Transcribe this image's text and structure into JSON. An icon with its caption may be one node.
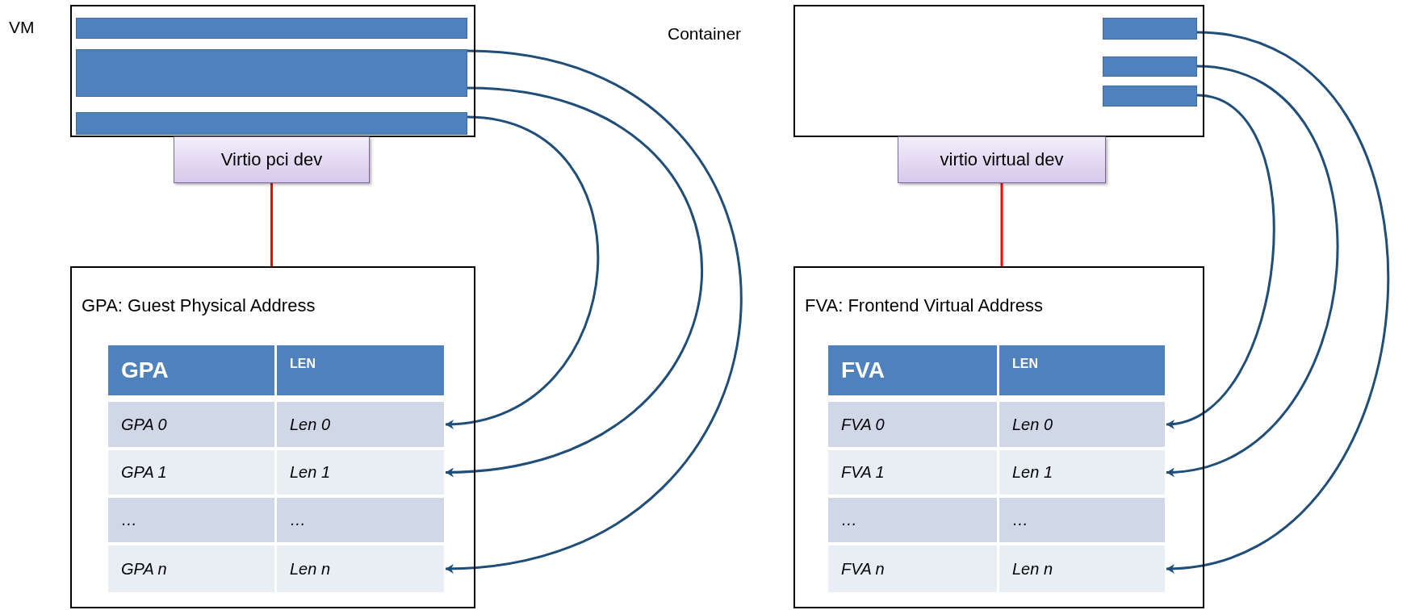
{
  "diagram": {
    "nodes": [
      {
        "text": [
          "VM"
        ]
      },
      {
        "text": [],
        "shape": "bar",
        "in": 0
      },
      {
        "text": [],
        "shape": "bar",
        "in": 0
      },
      {
        "text": [],
        "shape": "bar",
        "in": 0
      },
      {
        "text": [
          "Virtio pci dev"
        ]
      },
      {
        "text": [
          "GPA: Guest Physical Address"
        ]
      },
      {
        "text": [
          "GPA",
          "LEN"
        ],
        "in": 5
      },
      {
        "text": [
          "GPA 0",
          "Len 0"
        ],
        "in": 5
      },
      {
        "text": [
          "GPA 1",
          "Len 1"
        ],
        "in": 5
      },
      {
        "text": [
          "…",
          "…"
        ],
        "in": 5
      },
      {
        "text": [
          "GPA n",
          "Len n"
        ],
        "in": 5
      },
      {
        "text": [
          "Container"
        ]
      },
      {
        "text": [],
        "shape": "bar",
        "in": 11
      },
      {
        "text": [],
        "shape": "bar",
        "in": 11
      },
      {
        "text": [],
        "shape": "bar",
        "in": 11
      },
      {
        "text": [
          "virtio virtual dev"
        ]
      },
      {
        "text": [
          "FVA: Frontend Virtual Address"
        ]
      },
      {
        "text": [
          "FVA",
          "LEN"
        ],
        "in": 16
      },
      {
        "text": [
          "FVA 0",
          "Len 0"
        ],
        "in": 16
      },
      {
        "text": [
          "FVA 1",
          "Len 1"
        ],
        "in": 16
      },
      {
        "text": [
          "…",
          "…"
        ],
        "in": 16
      },
      {
        "text": [
          "FVA n",
          "Len n"
        ],
        "in": 16
      }
    ],
    "edges": [
      {
        "from": 4,
        "to": 5,
        "arrow": "none",
        "color": "#ff0000"
      },
      {
        "from": 3,
        "to": 7,
        "arrow": "to"
      },
      {
        "from": 2,
        "to": 8,
        "arrow": "to"
      },
      {
        "from": 2,
        "to": 10,
        "arrow": "to"
      },
      {
        "from": 15,
        "to": 16,
        "arrow": "none",
        "color": "#ff0000"
      },
      {
        "from": 14,
        "to": 18,
        "arrow": "to"
      },
      {
        "from": 13,
        "to": 19,
        "arrow": "to"
      },
      {
        "from": 12,
        "to": 21,
        "arrow": "to"
      }
    ]
  }
}
